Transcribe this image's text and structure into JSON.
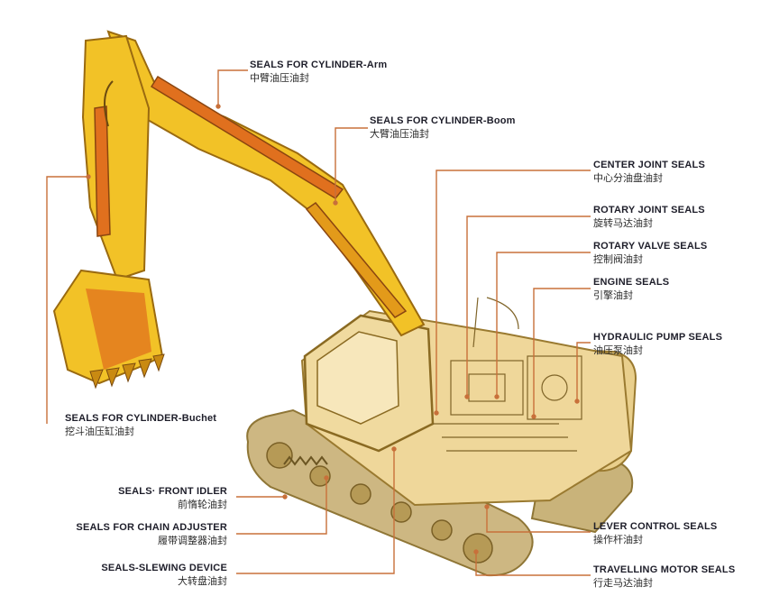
{
  "colors": {
    "body_fill": "#efd79a",
    "body_stroke": "#9a7a30",
    "boom_fill": "#f2c227",
    "boom_shade": "#e39a1a",
    "cylinder_fill": "#e0701e",
    "track_fill": "#cdb782",
    "leader_line": "#c8703a"
  },
  "labels": {
    "arm": {
      "en": "SEALS FOR CYLINDER-Arm",
      "cn": "中臂油压油封"
    },
    "boom": {
      "en": "SEALS FOR CYLINDER-Boom",
      "cn": "大臂油压油封"
    },
    "center_joint": {
      "en": "CENTER JOINT SEALS",
      "cn": "中心分油盘油封"
    },
    "rotary_joint": {
      "en": "ROTARY JOINT SEALS",
      "cn": "旋转马达油封"
    },
    "rotary_valve": {
      "en": "ROTARY VALVE SEALS",
      "cn": "控制阀油封"
    },
    "engine": {
      "en": "ENGINE SEALS",
      "cn": "引擎油封"
    },
    "hydraulic_pump": {
      "en": "HYDRAULIC PUMP SEALS",
      "cn": "油压泵油封"
    },
    "bucket": {
      "en": "SEALS FOR CYLINDER-Buchet",
      "cn": "挖斗油压缸油封"
    },
    "front_idler": {
      "en": "SEALS· FRONT IDLER",
      "cn": "前惰轮油封"
    },
    "chain_adjuster": {
      "en": "SEALS FOR CHAIN ADJUSTER",
      "cn": "履带调整器油封"
    },
    "slewing_device": {
      "en": "SEALS-SLEWING DEVICE",
      "cn": "大转盘油封"
    },
    "lever_control": {
      "en": "LEVER CONTROL SEALS",
      "cn": "操作杆油封"
    },
    "travelling_motor": {
      "en": "TRAVELLING MOTOR SEALS",
      "cn": "行走马达油封"
    }
  }
}
